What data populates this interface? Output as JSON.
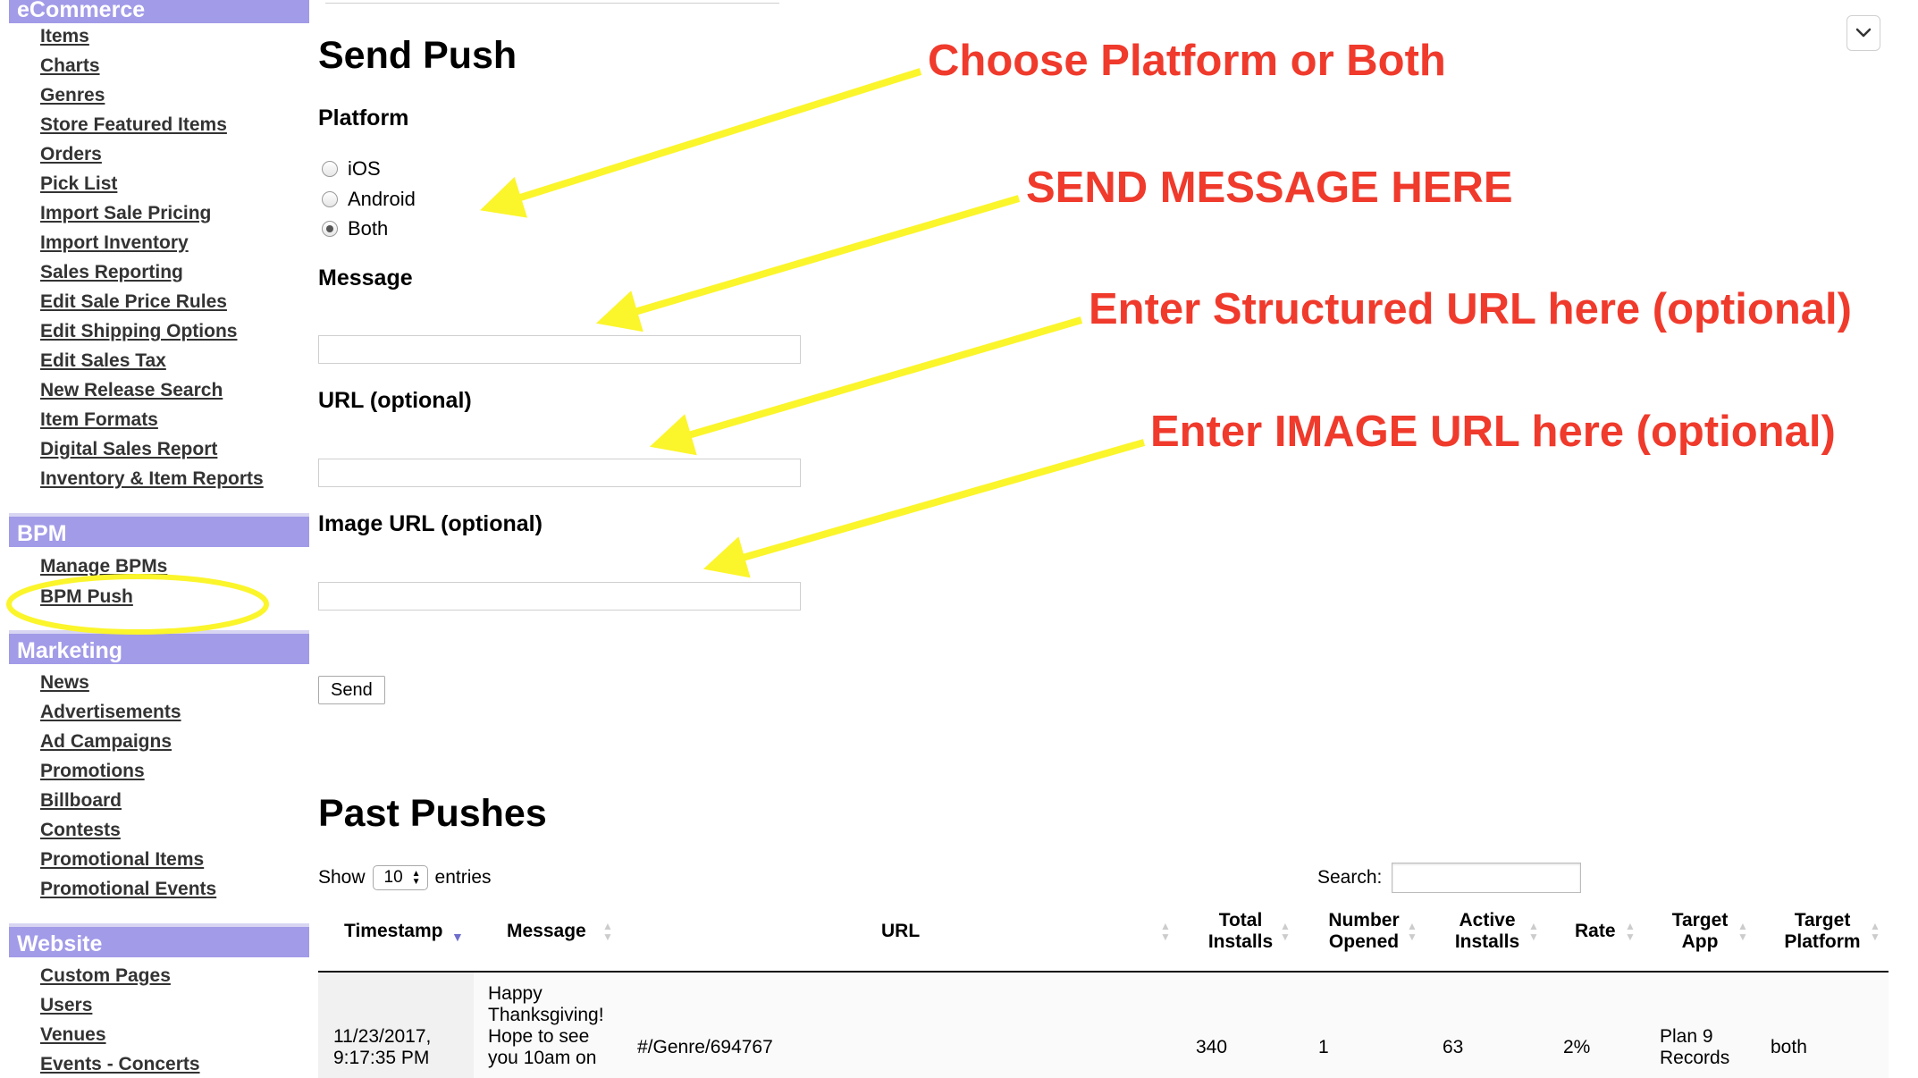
{
  "sidebar": {
    "sections": [
      {
        "title": "eCommerce",
        "items": [
          "Items",
          "Charts",
          "Genres",
          "Store Featured Items",
          "Orders",
          "Pick List",
          "Import Sale Pricing",
          "Import Inventory",
          "Sales Reporting",
          "Edit Sale Price Rules",
          "Edit Shipping Options",
          "Edit Sales Tax",
          "New Release Search",
          "Item Formats",
          "Digital Sales Report",
          "Inventory & Item Reports"
        ]
      },
      {
        "title": "BPM",
        "items": [
          "Manage BPMs",
          "BPM Push"
        ]
      },
      {
        "title": "Marketing",
        "items": [
          "News",
          "Advertisements",
          "Ad Campaigns",
          "Promotions",
          "Billboard",
          "Contests",
          "Promotional Items",
          "Promotional Events"
        ]
      },
      {
        "title": "Website",
        "items": [
          "Custom Pages",
          "Users",
          "Venues",
          "Events - Concerts"
        ]
      }
    ]
  },
  "send_push": {
    "title": "Send Push",
    "platform_label": "Platform",
    "platform_options": [
      "iOS",
      "Android",
      "Both"
    ],
    "platform_selected": "Both",
    "message_label": "Message",
    "message_value": "",
    "url_label": "URL (optional)",
    "url_value": "",
    "image_url_label": "Image URL (optional)",
    "image_url_value": "",
    "send_button": "Send"
  },
  "annotations": [
    "Choose Platform or Both",
    "SEND MESSAGE HERE",
    "Enter Structured URL here (optional)",
    "Enter IMAGE URL here (optional)"
  ],
  "annotation_color": "#ef3a2c",
  "arrow_color": "#fbf52b",
  "highlight_color": "#fbf52b",
  "accent_color": "#a29be8",
  "past_pushes": {
    "title": "Past Pushes",
    "show_label": "Show",
    "entries_label": "entries",
    "page_size": "10",
    "search_label": "Search:",
    "search_value": "",
    "columns": [
      {
        "label": "Timestamp"
      },
      {
        "label": "Message"
      },
      {
        "label": "URL"
      },
      {
        "label": "Total Installs"
      },
      {
        "label": "Number Opened"
      },
      {
        "label": "Active Installs"
      },
      {
        "label": "Rate"
      },
      {
        "label": "Target App"
      },
      {
        "label": "Target Platform"
      }
    ],
    "rows": [
      {
        "timestamp": "11/23/2017, 9:17:35 PM",
        "message": "Happy Thanksgiving! Hope to see you 10am on",
        "url": "#/Genre/694767",
        "total_installs": "340",
        "number_opened": "1",
        "active_installs": "63",
        "rate": "2%",
        "target_app": "Plan 9 Records",
        "target_platform": "both"
      }
    ]
  }
}
